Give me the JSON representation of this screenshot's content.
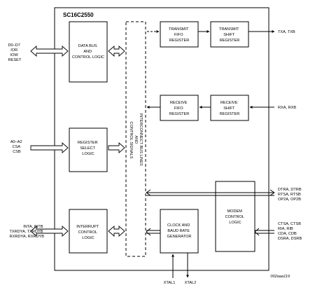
{
  "chip": {
    "title": "SC16C2550"
  },
  "blocks": {
    "data_bus": [
      "DATA BUS",
      "AND",
      "CONTROL LOGIC"
    ],
    "register_select": [
      "REGISTER",
      "SELECT",
      "LOGIC"
    ],
    "interrupt": [
      "INTERRUPT",
      "CONTROL",
      "LOGIC"
    ],
    "interconnect": [
      "INTERCONNECT BUS LINES",
      "AND",
      "CONTROL SIGNALS"
    ],
    "tx_fifo": [
      "TRANSMIT",
      "FIFO",
      "REGISTER"
    ],
    "tx_shift": [
      "TRANSMIT",
      "SHIFT",
      "REGISTER"
    ],
    "rx_fifo": [
      "RECEIVE",
      "FIFO",
      "REGISTER"
    ],
    "rx_shift": [
      "RECEIVE",
      "SHIFT",
      "REGISTER"
    ],
    "modem": [
      "MODEM",
      "CONTROL",
      "LOGIC"
    ],
    "clock": [
      "CLOCK AND",
      "BAUD RATE",
      "GENERATOR"
    ]
  },
  "signals": {
    "data_bus": [
      "D0–D7",
      "IOR",
      "IOW",
      "RESET"
    ],
    "register_select": [
      "A0–A2",
      "CSA",
      "CSB"
    ],
    "interrupt": [
      "INTA, INTB",
      "TXRDYA, TXRDYB",
      "RXRDYA, RXRDYB"
    ],
    "tx_out": "TXA, TXB",
    "rx_in": "RXA, RXB",
    "modem_out": [
      "DTRA, DTRB",
      "RTSA, RTSB",
      "OP2A, OP2B"
    ],
    "modem_in": [
      "CTSA, CTSB",
      "RIA, RIB",
      "CDA, CDB",
      "DSRA, DSRB"
    ],
    "xtal1": "XTAL1",
    "xtal2": "XTAL2"
  },
  "figure_id": "002aaa119"
}
